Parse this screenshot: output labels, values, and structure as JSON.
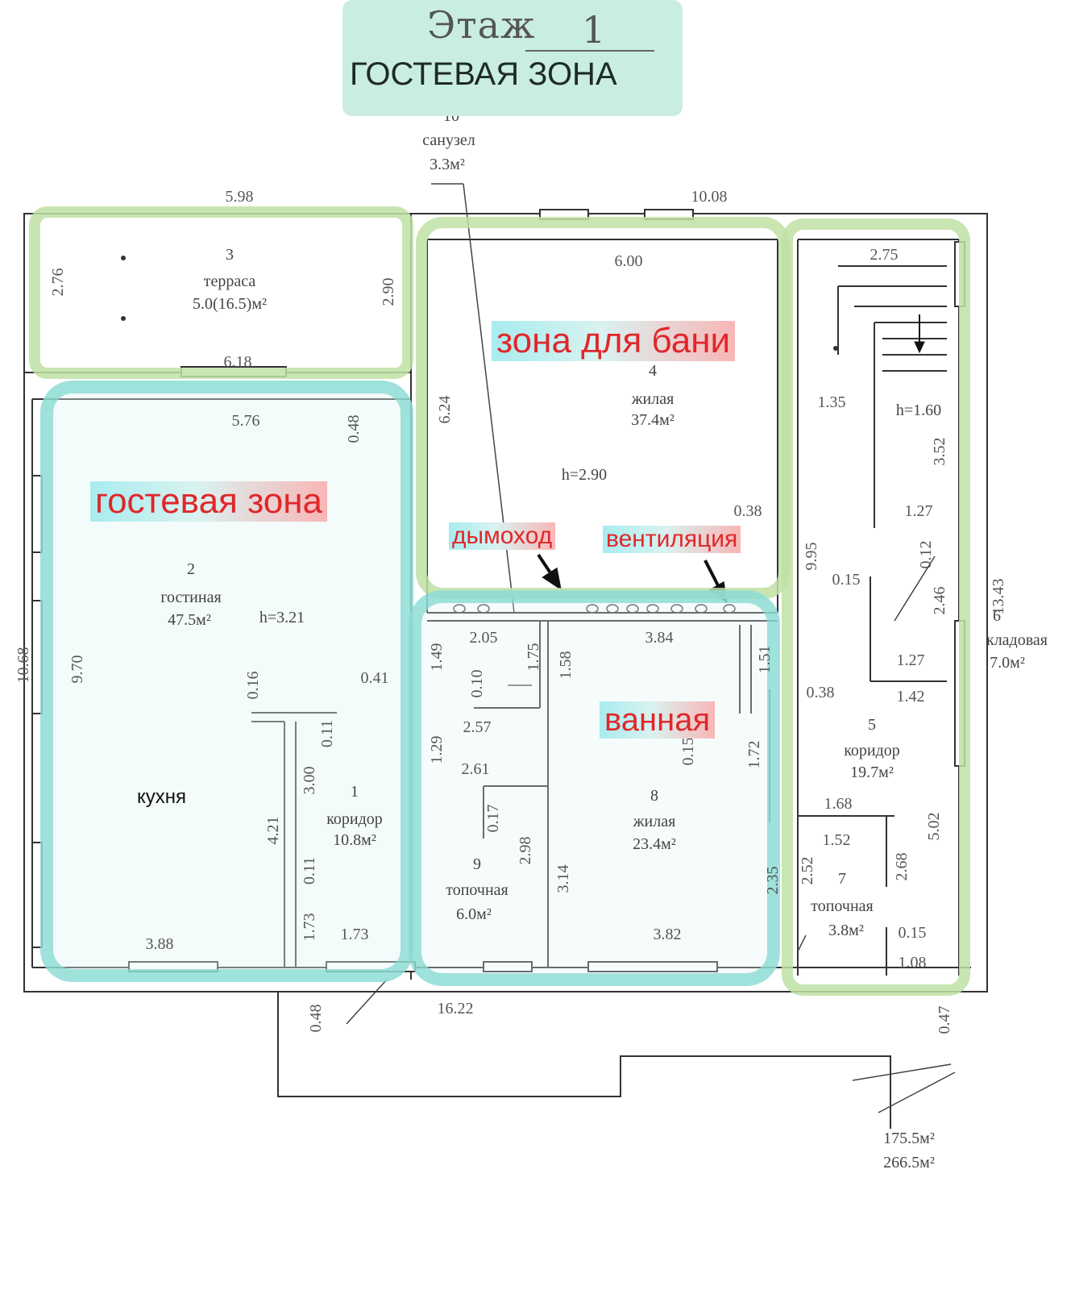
{
  "header": {
    "floor_label": "Этаж",
    "floor_number": "1",
    "subtitle": "ГОСТЕВАЯ ЗОНА"
  },
  "zones": {
    "guest": "гостевая зона",
    "bath": "зона для бани",
    "bathroom": "ванная",
    "chimney": "дымоход",
    "ventilation": "вентиляция",
    "kitchen": "кухня"
  },
  "rooms": [
    {
      "num": "1",
      "name": "коридор",
      "area": "10.8м²"
    },
    {
      "num": "2",
      "name": "гостиная",
      "area": "47.5м²",
      "height": "h=3.21"
    },
    {
      "num": "3",
      "name": "терраса",
      "area": "5.0(16.5)м²"
    },
    {
      "num": "4",
      "name": "жилая",
      "area": "37.4м²",
      "height": "h=2.90"
    },
    {
      "num": "5",
      "name": "коридор",
      "area": "19.7м²"
    },
    {
      "num": "6",
      "name": "кладовая",
      "area": "7.0м²"
    },
    {
      "num": "7",
      "name": "топочная",
      "area": "3.8м²"
    },
    {
      "num": "8",
      "name": "жилая",
      "area": "23.4м²"
    },
    {
      "num": "9",
      "name": "топочная",
      "area": "6.0м²"
    },
    {
      "num": "10",
      "name": "санузел",
      "area": "3.3м²"
    }
  ],
  "stair_height": "h=1.60",
  "totals": [
    "175.5м²",
    "266.5м²"
  ],
  "dimensions": {
    "top_left": "5.98",
    "top_right": "10.08",
    "terrace_left": "2.76",
    "terrace_right": "2.90",
    "terrace_bottom": "6.18",
    "room4_top": "6.00",
    "room4_left": "6.24",
    "room4_right": "0.38",
    "living_top": "5.76",
    "living_048": "0.48",
    "living_left": "9.70",
    "outer_left": "10.68",
    "living_bottom": "3.88",
    "corr_016": "0.16",
    "corr_041": "0.41",
    "corr_011a": "0.11",
    "corr_300": "3.00",
    "corr_421": "4.21",
    "corr_011b": "0.11",
    "corr_173a": "1.73",
    "corr_173b": "1.73",
    "bottom_048": "0.48",
    "bottom_total": "16.22",
    "d205": "2.05",
    "d149": "1.49",
    "d175": "1.75",
    "d158": "1.58",
    "d010": "0.10",
    "d257": "2.57",
    "d129": "1.29",
    "d261": "2.61",
    "d017": "0.17",
    "d298": "2.98",
    "d314": "3.14",
    "d384": "3.84",
    "d151": "1.51",
    "d015": "0.15",
    "d172": "1.72",
    "d235": "2.35",
    "d382": "3.82",
    "st275": "2.75",
    "st135": "1.35",
    "st352": "3.52",
    "st127a": "1.27",
    "st012": "0.12",
    "st015": "0.15",
    "st246": "2.46",
    "st127b": "1.27",
    "st142": "1.42",
    "st038": "0.38",
    "outer_995": "9.95",
    "outer_1343": "13.43",
    "r168": "1.68",
    "r152": "1.52",
    "r252": "2.52",
    "r268": "2.68",
    "r502": "5.02",
    "r015": "0.15",
    "r108": "1.08",
    "r047": "0.47"
  }
}
